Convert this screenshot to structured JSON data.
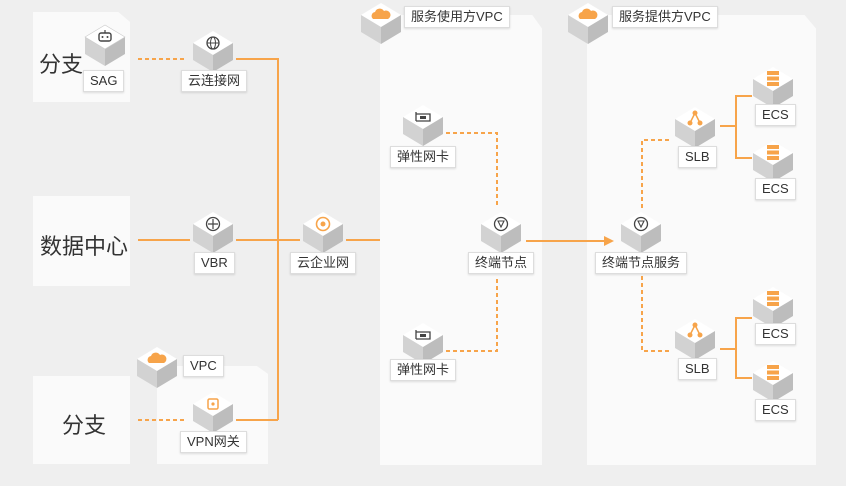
{
  "branch_top": {
    "title": "分支",
    "device": "SAG"
  },
  "cen_connect": "云连接网",
  "datacenter": {
    "title": "数据中心",
    "device": "VBR"
  },
  "cen": "云企业网",
  "branch_bottom": {
    "title": "分支",
    "vpc": "VPC",
    "device": "VPN网关"
  },
  "consumer_vpc": {
    "title": "服务使用方VPC",
    "eni_top": "弹性网卡",
    "eni_bottom": "弹性网卡",
    "endpoint": "终端节点"
  },
  "provider_vpc": {
    "title": "服务提供方VPC",
    "endpoint_service": "终端节点服务",
    "slb_top": "SLB",
    "slb_bottom": "SLB",
    "ecs": [
      "ECS",
      "ECS",
      "ECS",
      "ECS"
    ]
  },
  "colors": {
    "accent": "#f7a44a",
    "solid_line": "#f7a44a",
    "background": "#efefef",
    "panel": "#fafafa"
  }
}
